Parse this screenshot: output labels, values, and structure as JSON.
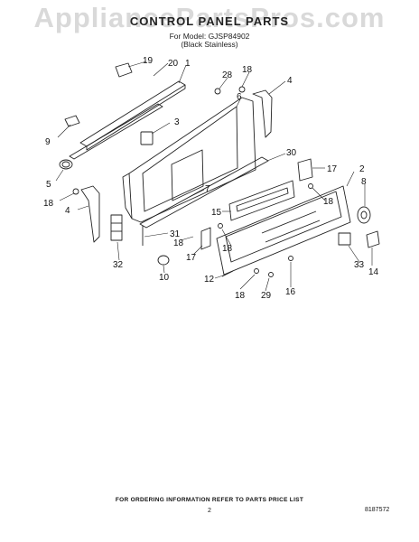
{
  "watermark": "AppliancePartsPros.com",
  "header": {
    "title": "CONTROL PANEL PARTS",
    "model_line": "For Model: GJSP84902",
    "variant_line": "(Black Stainless)"
  },
  "callouts": [
    "19",
    "20",
    "1",
    "28",
    "18",
    "4",
    "6",
    "3",
    "9",
    "30",
    "5",
    "17",
    "2",
    "7",
    "8",
    "18",
    "18",
    "4",
    "15",
    "31",
    "18",
    "18",
    "17",
    "33",
    "14",
    "32",
    "10",
    "12",
    "18",
    "29",
    "16"
  ],
  "footer": {
    "order_info": "FOR ORDERING INFORMATION REFER TO PARTS PRICE LIST",
    "page_number": "2",
    "doc_number": "8187572"
  }
}
